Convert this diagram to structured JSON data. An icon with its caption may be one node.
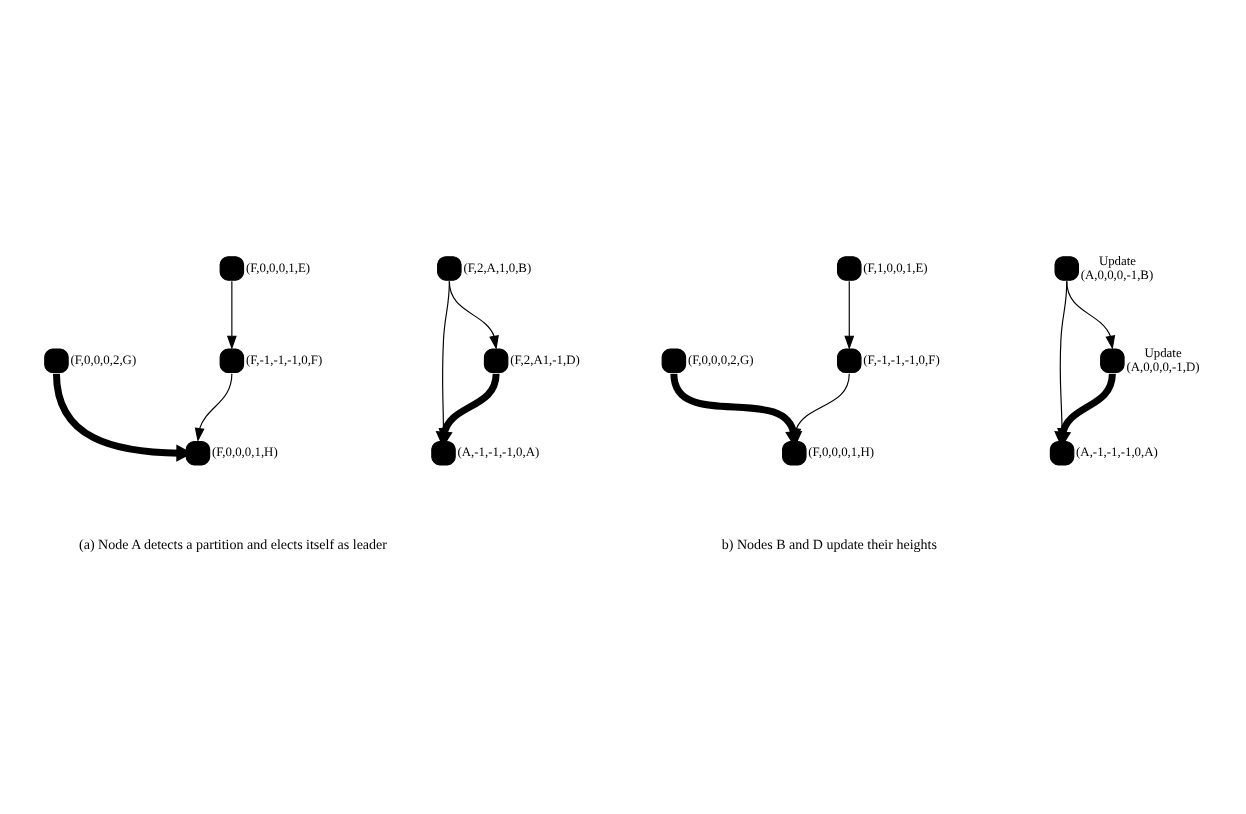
{
  "diagram": {
    "nodes": [
      {
        "text": [
          "(A,-1,-1,-1,0,A)"
        ]
      },
      {
        "text": [
          "(F,2,A1,-1,D)"
        ]
      },
      {
        "text": [
          "(F,2,A,1,0,B)"
        ]
      },
      {
        "text": [
          "(F,0,0,0,1,E)"
        ]
      },
      {
        "text": [
          "(F,-1,-1,-1,0,F)"
        ]
      },
      {
        "text": [
          "(F,0,0,0,2,G)"
        ]
      },
      {
        "text": [
          "(F,0,0,0,1,H)"
        ]
      },
      {
        "text": [
          "(A,-1,-1,-1,0,A)"
        ]
      },
      {
        "text": [
          "(A,0,0,0,-1,D)"
        ],
        "beside": [
          "Update"
        ]
      },
      {
        "text": [
          "(A,0,0,0,-1,B)"
        ],
        "beside": [
          "Update"
        ]
      },
      {
        "text": [
          "(F,1,0,0,1,E)"
        ]
      },
      {
        "text": [
          "(F,-1,-1,-1,0,F)"
        ]
      },
      {
        "text": [
          "(F,0,0,0,2,G)"
        ]
      },
      {
        "text": [
          "(F,0,0,0,1,H)"
        ]
      }
    ],
    "edges": [
      {
        "from": 1,
        "to": 0,
        "arrow": "to",
        "style": "thick"
      },
      {
        "from": 2,
        "to": 0,
        "arrow": "to"
      },
      {
        "from": 2,
        "to": 1,
        "arrow": "to"
      },
      {
        "from": 3,
        "to": 4,
        "arrow": "to"
      },
      {
        "from": 4,
        "to": 6,
        "arrow": "to"
      },
      {
        "from": 5,
        "to": 6,
        "arrow": "to",
        "style": "thick"
      },
      {
        "from": 8,
        "to": 7,
        "arrow": "to",
        "style": "thick"
      },
      {
        "from": 9,
        "to": 7,
        "arrow": "to"
      },
      {
        "from": 9,
        "to": 8,
        "arrow": "to"
      },
      {
        "from": 10,
        "to": 11,
        "arrow": "to"
      },
      {
        "from": 11,
        "to": 13,
        "arrow": "to"
      },
      {
        "from": 12,
        "to": 13,
        "arrow": "to",
        "style": "thick"
      }
    ],
    "labels": [
      "(a) Node A detects a partition and elects itself as leader",
      "b) Nodes B and D update their heights"
    ]
  }
}
